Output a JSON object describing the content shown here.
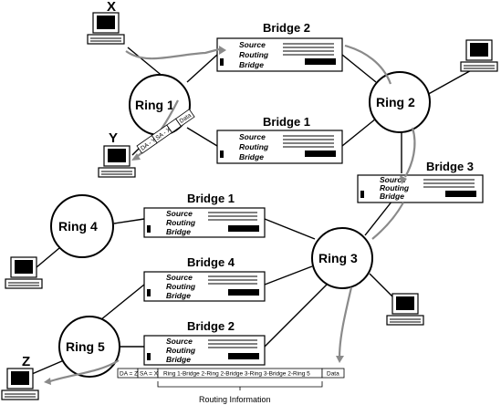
{
  "stations": [
    {
      "id": "x",
      "label": "X"
    },
    {
      "id": "y",
      "label": "Y"
    },
    {
      "id": "z",
      "label": "Z"
    }
  ],
  "rings": [
    {
      "id": "ring1",
      "label": "Ring 1"
    },
    {
      "id": "ring2",
      "label": "Ring 2"
    },
    {
      "id": "ring3",
      "label": "Ring 3"
    },
    {
      "id": "ring4",
      "label": "Ring 4"
    },
    {
      "id": "ring5",
      "label": "Ring 5"
    }
  ],
  "bridges": [
    {
      "id": "b2-top",
      "label": "Bridge 2"
    },
    {
      "id": "b1-top",
      "label": "Bridge 1"
    },
    {
      "id": "b3",
      "label": "Bridge 3"
    },
    {
      "id": "b1-low",
      "label": "Bridge 1"
    },
    {
      "id": "b4",
      "label": "Bridge 4"
    },
    {
      "id": "b2-low",
      "label": "Bridge 2"
    }
  ],
  "device": {
    "line1": "Source",
    "line2": "Routing",
    "line3": "Bridge"
  },
  "top_frame": {
    "fields": [
      "DA - Y",
      "SA - X",
      "Data"
    ]
  },
  "bottom_frame": {
    "fields": [
      "DA = Z",
      "SA = X",
      "Ring 1-Bridge 2-Ring 2-Bridge 3-Ring 3-Bridge 2-Ring 5",
      "Data"
    ],
    "caption": "Routing Information"
  }
}
